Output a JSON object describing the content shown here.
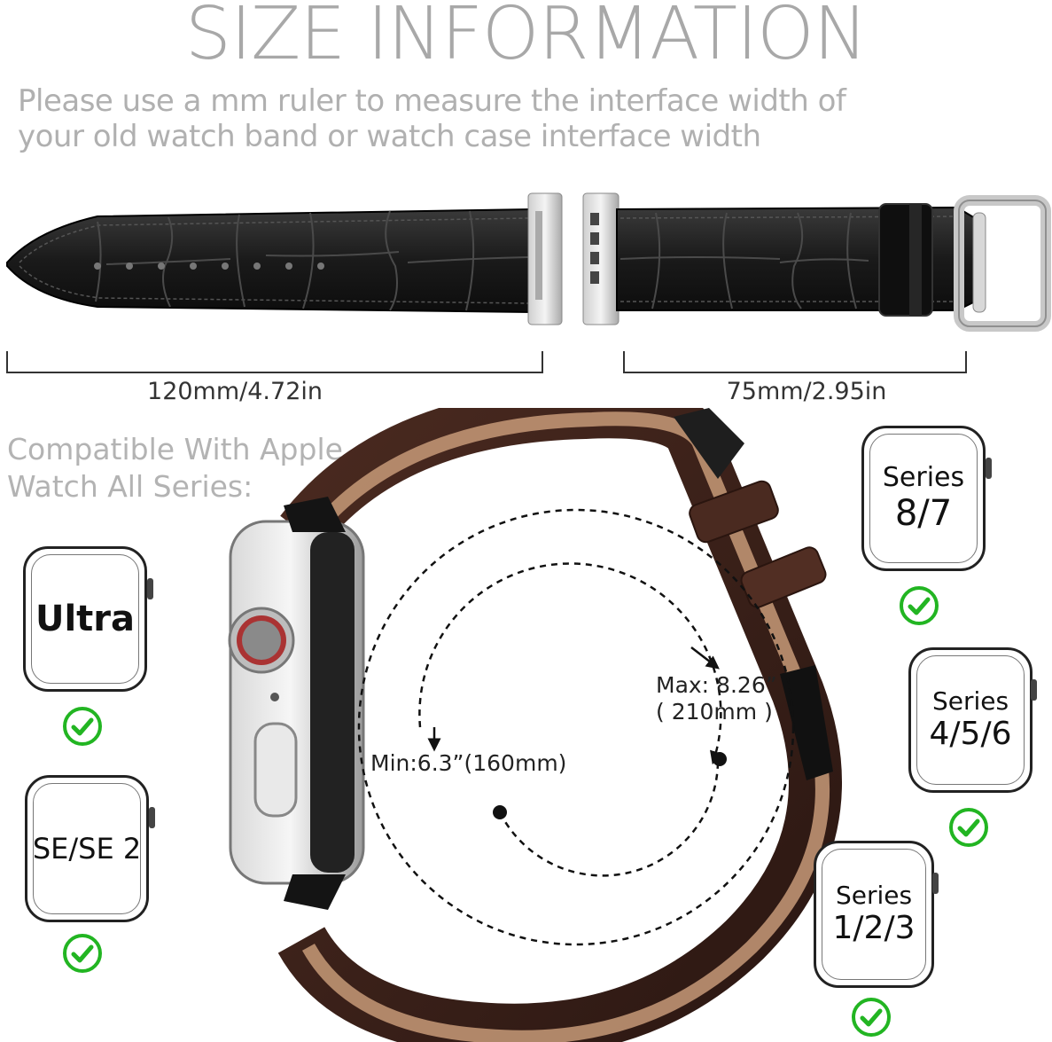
{
  "header": {
    "title": "SIZE INFORMATION",
    "instruction_line1": "Please use a mm ruler to measure the interface width of",
    "instruction_line2": "your old watch band or watch case interface width"
  },
  "measurements": {
    "left_strap": "120mm/4.72in",
    "right_strap": "75mm/2.95in"
  },
  "compatibility": {
    "heading_line1": "Compatible With Apple",
    "heading_line2": "Watch All Series:",
    "models": [
      {
        "line1": "Ultra",
        "line2": ""
      },
      {
        "line1": "SE/SE 2",
        "line2": ""
      },
      {
        "line1": "Series",
        "line2": "8/7"
      },
      {
        "line1": "Series",
        "line2": "4/5/6"
      },
      {
        "line1": "Series",
        "line2": "1/2/3"
      }
    ]
  },
  "wrist_range": {
    "max_line1": "Max: 8.26”",
    "max_line2": "( 210mm )",
    "min": "Min:6.3”(160mm)"
  },
  "colors": {
    "check_green": "#22b522",
    "strap_black": "#1a1a1a",
    "strap_brown": "#3b1f16",
    "title_gray": "#a8a8a8"
  }
}
